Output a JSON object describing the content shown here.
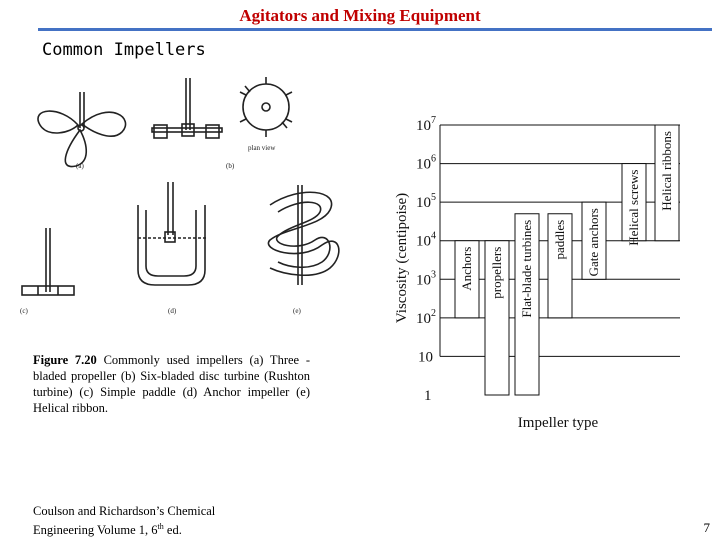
{
  "slide": {
    "title": "Agitators and Mixing Equipment",
    "subtitle": "Common Impellers",
    "page_number": "7"
  },
  "figure": {
    "labels": {
      "a": "(a)",
      "b": "(b)",
      "b_note": "plan view",
      "c": "(c)",
      "d": "(d)",
      "e": "(e)"
    },
    "caption_label": "Figure 7.20",
    "caption_text": "Commonly used impellers (a) Three -bladed propeller (b) Six-bladed disc turbine (Rushton turbine) (c) Simple paddle (d) Anchor impeller (e) Helical ribbon."
  },
  "source": {
    "line1": "Coulson and Richardson’s Chemical",
    "line2_prefix": "Engineering Volume 1, 6",
    "line2_sup": "th",
    "line2_suffix": " ed."
  },
  "chart_data": {
    "type": "bar",
    "ylabel": "Viscosity (centipoise)",
    "xlabel": "Impeller type",
    "y_scale": "log",
    "y_ticks": [
      {
        "value": 1,
        "label": "1"
      },
      {
        "value": 10,
        "label": "10"
      },
      {
        "value": 100,
        "base": "10",
        "exp": "2"
      },
      {
        "value": 1000,
        "base": "10",
        "exp": "3"
      },
      {
        "value": 10000,
        "base": "10",
        "exp": "4"
      },
      {
        "value": 100000,
        "base": "10",
        "exp": "5"
      },
      {
        "value": 1000000,
        "base": "10",
        "exp": "6"
      },
      {
        "value": 10000000,
        "base": "10",
        "exp": "7"
      }
    ],
    "ranges": [
      {
        "name": "Anchors",
        "low": 100,
        "high": 10000
      },
      {
        "name": "propellers",
        "low": 1,
        "high": 10000
      },
      {
        "name": "Flat-blade turbines",
        "low": 1,
        "high": 50000
      },
      {
        "name": "paddles",
        "low": 100,
        "high": 50000
      },
      {
        "name": "Gate anchors",
        "low": 1000,
        "high": 100000
      },
      {
        "name": "Helical screws",
        "low": 10000,
        "high": 1000000
      },
      {
        "name": "Helical ribbons",
        "low": 10000,
        "high": 10000000
      }
    ]
  }
}
